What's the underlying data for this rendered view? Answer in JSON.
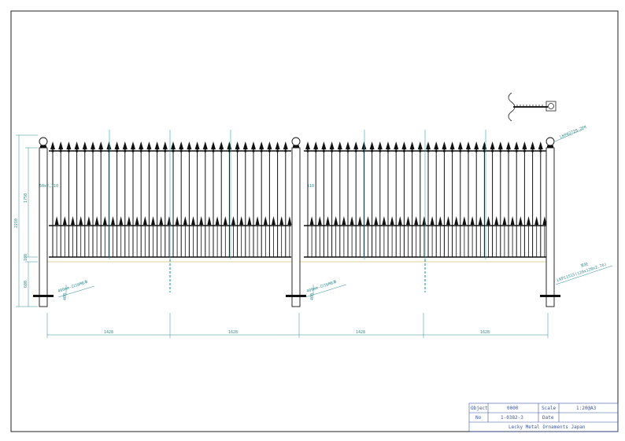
{
  "title_block": {
    "object_label": "Object",
    "object_value": "0000",
    "scale_label": "Scale",
    "scale_value": "1:20@A3",
    "no_label": "No",
    "no_value": "1-0382-3",
    "date_label": "Date",
    "date_value": "",
    "company": "Lecky Metal Ornaments Japan"
  },
  "dimensions": {
    "total_height": "2210",
    "fence_height": "1750",
    "base_gap": "100",
    "foundation": "600",
    "span_1": "1428",
    "span_2": "1628",
    "span_3": "1428",
    "span_4": "1628"
  },
  "annotations": {
    "post_cap_part": "LKP02720-2PK",
    "post_part_label": "支柱",
    "post_part": "LKP11515(120x120x2.76)",
    "anchor_left": "400mm-ロ16M6本",
    "anchor_mid": "400mm-ロ16M6本",
    "anchor_depth_left": "400",
    "anchor_depth_mid": "400",
    "rail_note": "50x2,110",
    "rail_note_2": "110"
  }
}
